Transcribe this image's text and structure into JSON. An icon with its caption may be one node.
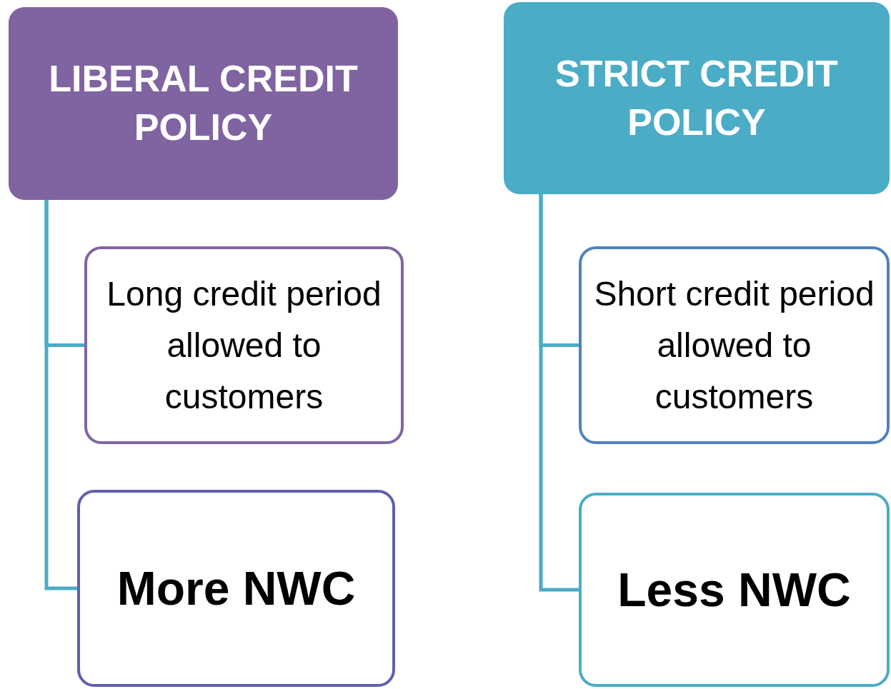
{
  "diagram": {
    "nodes": [
      {
        "text": [
          "LIBERAL CREDIT POLICY"
        ]
      },
      {
        "text": [
          "Long credit period allowed to customers"
        ]
      },
      {
        "text": [
          "More NWC"
        ]
      },
      {
        "text": [
          "STRICT CREDIT POLICY"
        ]
      },
      {
        "text": [
          "Short credit period allowed to customers"
        ]
      },
      {
        "text": [
          "Less NWC"
        ]
      }
    ],
    "edges": [
      {
        "from": 0,
        "to": 1,
        "arrow": "none"
      },
      {
        "from": 0,
        "to": 2,
        "arrow": "none"
      },
      {
        "from": 3,
        "to": 4,
        "arrow": "none"
      },
      {
        "from": 3,
        "to": 5,
        "arrow": "none"
      }
    ]
  }
}
